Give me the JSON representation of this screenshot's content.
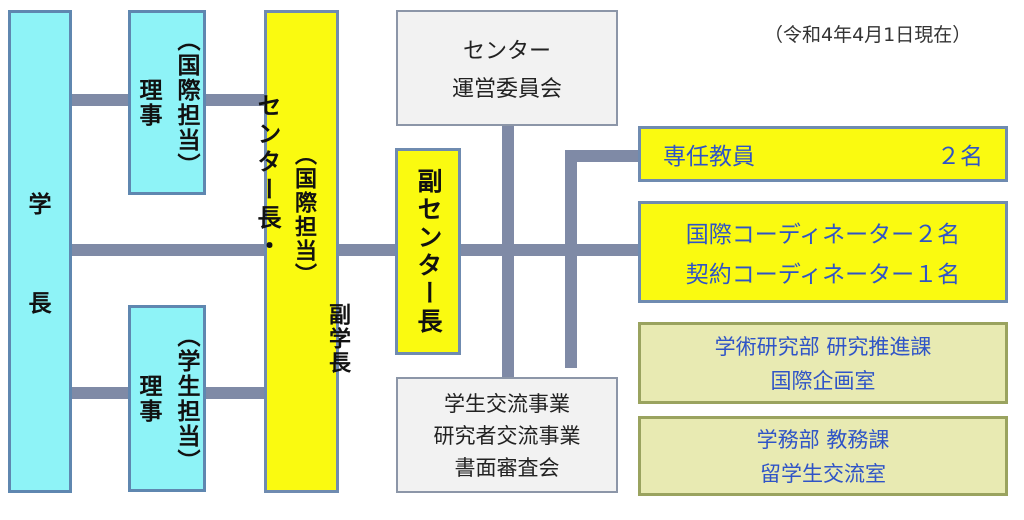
{
  "date_note": "（令和4年4月1日現在）",
  "president": {
    "char_top": "学",
    "char_bottom": "長"
  },
  "director_intl": {
    "title": "理事",
    "sub": "（国際担当）"
  },
  "director_student": {
    "title": "理事",
    "sub": "（学生担当）"
  },
  "center_director": {
    "line1": "センター長・",
    "line2": "副学長",
    "sub": "（国際担当）"
  },
  "vice_director": {
    "label": "副センター長"
  },
  "committee": {
    "line1": "センター",
    "line2": "運営委員会"
  },
  "review_board": {
    "line1": "学生交流事業",
    "line2": "研究者交流事業",
    "line3": "書面審査会"
  },
  "staff_faculty": {
    "label": "専任教員",
    "count": "２名"
  },
  "coordinators": {
    "line1": "国際コーディネーター２名",
    "line2": "契約コーディネーター１名"
  },
  "research_office": {
    "line1": "学術研究部 研究推進課",
    "line2": "国際企画室"
  },
  "academic_office": {
    "line1": "学務部 教務課",
    "line2": "留学生交流室"
  },
  "colors": {
    "cyan": "#8ef3f7",
    "yellow": "#fafa10",
    "grey": "#f2f2f2",
    "olive": "#e8eab2",
    "line": "#7f8aa6",
    "blue_text": "#2f54c7"
  }
}
